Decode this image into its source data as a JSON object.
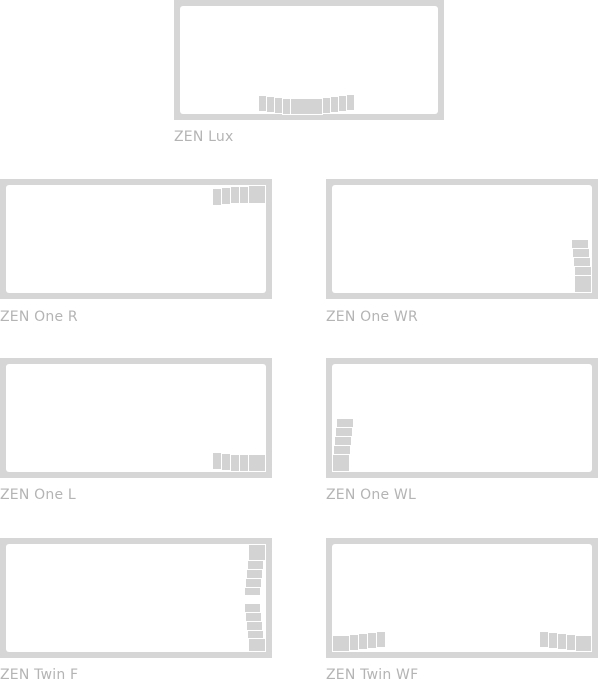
{
  "layouts": [
    {
      "label": "ZEN Lux"
    },
    {
      "label": "ZEN One R"
    },
    {
      "label": "ZEN One WR"
    },
    {
      "label": "ZEN One L"
    },
    {
      "label": "ZEN One WL"
    },
    {
      "label": "ZEN Twin F"
    },
    {
      "label": "ZEN Twin WF"
    }
  ]
}
